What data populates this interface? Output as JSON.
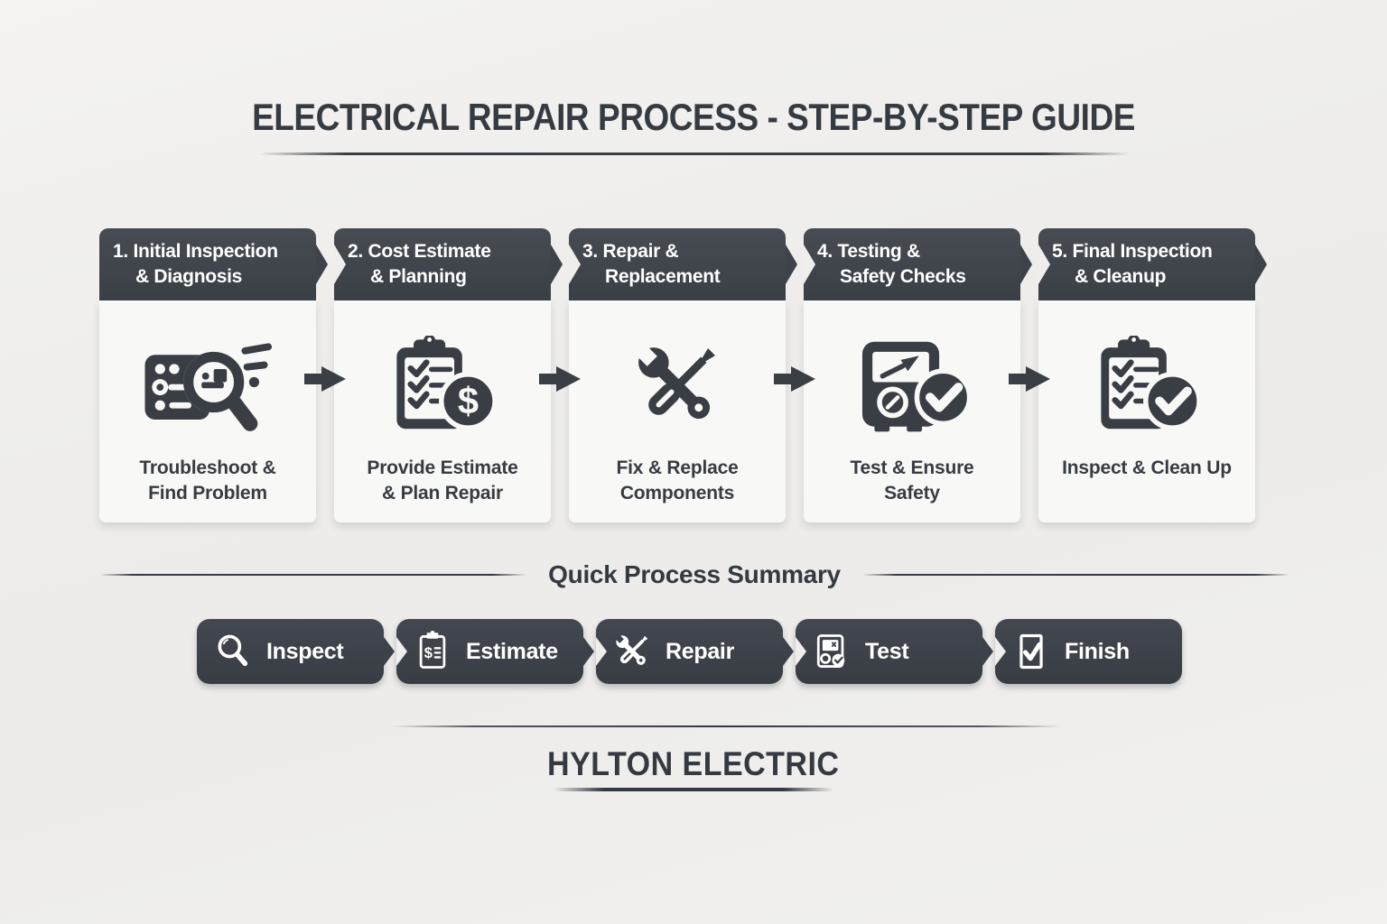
{
  "title": "ELECTRICAL REPAIR PROCESS - STEP-BY-STEP GUIDE",
  "steps": [
    {
      "header_line1": "1. Initial Inspection",
      "header_line2": "& Diagnosis",
      "caption_line1": "Troubleshoot &",
      "caption_line2": "Find Problem",
      "icon": "circuit-search-icon"
    },
    {
      "header_line1": "2. Cost Estimate",
      "header_line2": "& Planning",
      "caption_line1": "Provide Estimate",
      "caption_line2": "& Plan Repair",
      "icon": "clipboard-dollar-icon"
    },
    {
      "header_line1": "3. Repair &",
      "header_line2": "Replacement",
      "caption_line1": "Fix & Replace",
      "caption_line2": "Components",
      "icon": "crossed-tools-icon"
    },
    {
      "header_line1": "4. Testing &",
      "header_line2": "Safety Checks",
      "caption_line1": "Test & Ensure",
      "caption_line2": "Safety",
      "icon": "multimeter-check-icon"
    },
    {
      "header_line1": "5. Final Inspection",
      "header_line2": "& Cleanup",
      "caption_line1": "Inspect & Clean Up",
      "caption_line2": "",
      "icon": "clipboard-check-icon"
    }
  ],
  "summary": {
    "heading": "Quick Process Summary",
    "items": [
      {
        "label": "Inspect",
        "icon": "magnifier-icon"
      },
      {
        "label": "Estimate",
        "icon": "clipboard-dollar-icon"
      },
      {
        "label": "Repair",
        "icon": "crossed-tools-icon"
      },
      {
        "label": "Test",
        "icon": "multimeter-check-icon"
      },
      {
        "label": "Finish",
        "icon": "checkbox-check-icon"
      }
    ]
  },
  "brand": {
    "name": "HYLTON ELECTRIC"
  },
  "colors": {
    "dark": "#3e434a",
    "card_bg": "#f8f8f6",
    "page_bg": "#efeeec",
    "text": "#373c43",
    "header_text": "#ffffff"
  }
}
